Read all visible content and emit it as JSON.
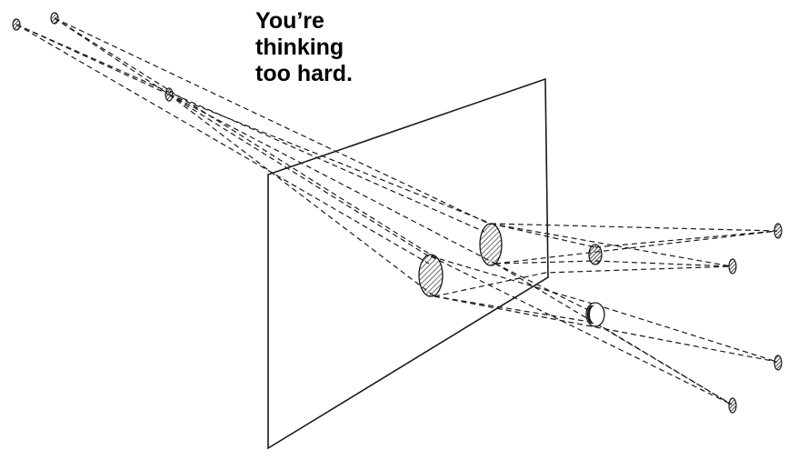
{
  "caption": {
    "lines": [
      "You’re",
      "thinking",
      "too hard."
    ]
  },
  "colors": {
    "background": "#ffffff",
    "ink": "#1a1a1a",
    "hatch": "#333333"
  }
}
